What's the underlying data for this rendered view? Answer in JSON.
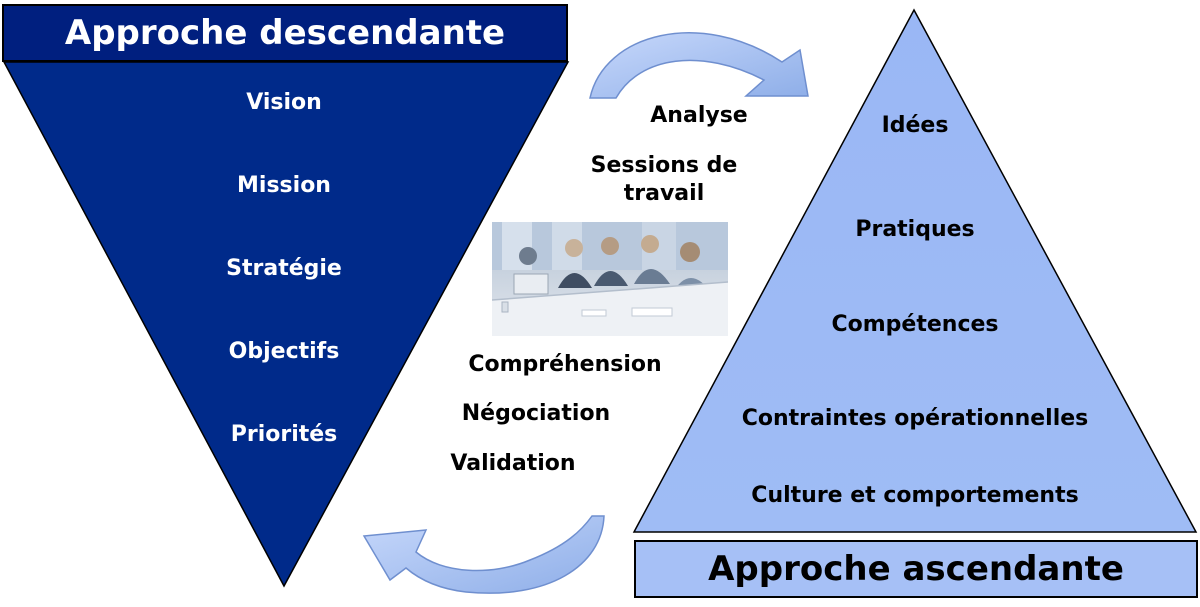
{
  "top_down": {
    "title": "Approche descendante",
    "items": [
      "Vision",
      "Mission",
      "Stratégie",
      "Objectifs",
      "Priorités"
    ],
    "fill_color": "#002a8a"
  },
  "bottom_up": {
    "title": "Approche ascendante",
    "items": [
      "Idées",
      "Pratiques",
      "Compétences",
      "Contraintes opérationnelles",
      "Culture et comportements"
    ],
    "fill_color": "#9bb8f5"
  },
  "center": {
    "top_items": [
      "Analyse",
      "Sessions de",
      "travail"
    ],
    "bottom_items": [
      "Compréhension",
      "Négociation",
      "Validation"
    ],
    "image": "meeting-photo"
  },
  "arrows": [
    {
      "name": "arrow-down-to-bottom-up",
      "icon": "curved-arrow-icon",
      "color": "#a6c0f6"
    },
    {
      "name": "arrow-up-to-top-down",
      "icon": "curved-arrow-icon",
      "color": "#a6c0f6"
    }
  ]
}
